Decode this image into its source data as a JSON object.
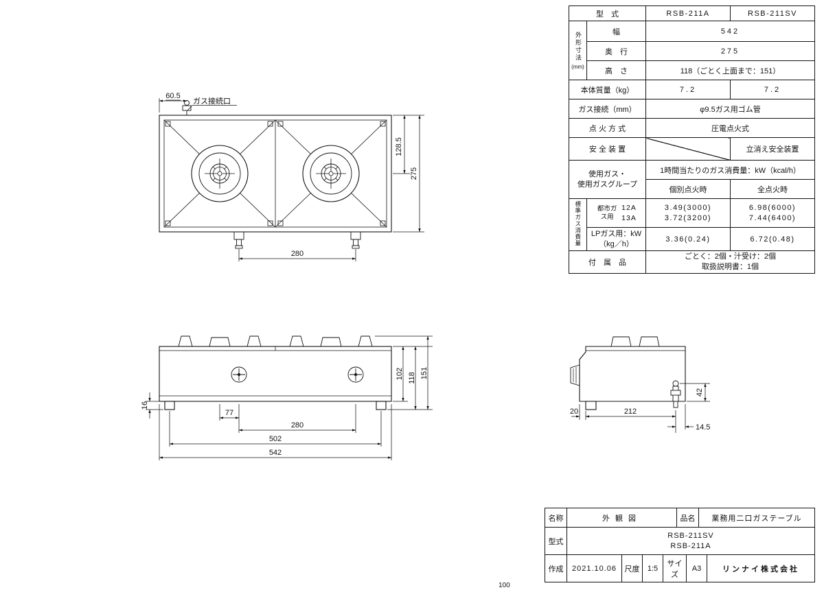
{
  "spec": {
    "model_label": "型　式",
    "model_a": "RSB-211A",
    "model_sv": "RSB-211SV",
    "dims_group": "外形寸法",
    "dims_unit": "(mm)",
    "width_label": "幅",
    "width_value": "542",
    "depth_label": "奥　行",
    "depth_value": "275",
    "height_label": "高　さ",
    "height_value": "118（ごとく上面まで：151）",
    "weight_label": "本体質量（kg）",
    "weight_a": "7.2",
    "weight_sv": "7.2",
    "gascon_label": "ガス接続（mm）",
    "gascon_value": "φ9.5ガス用ゴム管",
    "ignition_label": "点 火 方 式",
    "ignition_value": "圧電点火式",
    "safety_label": "安 全 装 置",
    "safety_sv": "立消え安全装置",
    "gasgroup_label": "使用ガス・\n使用ガスグループ",
    "hourly_header": "1時間当たりのガス消費量：kW（kcal/h）",
    "col_individual": "個別点火時",
    "col_all": "全点火時",
    "std_group": "標準ガス消費量",
    "city_label": "都市ガス用",
    "city_types": "12A\n13A",
    "city_individual": "3.49(3000)\n3.72(3200)",
    "city_all": "6.98(6000)\n7.44(6400)",
    "lp_label": "LPガス用：kW\n（kg／h）",
    "lp_individual": "3.36(0.24)",
    "lp_all": "6.72(0.48)",
    "acc_label": "付　属　品",
    "acc_value": "ごとく：2個・汁受け：2個\n取扱説明書：1個"
  },
  "title_block": {
    "name_label": "名称",
    "name_value": "外観図",
    "item_label": "品名",
    "item_value": "業務用二口ガステーブル",
    "model_label": "型式",
    "model_value": "RSB-211SV\nRSB-211A",
    "date_label": "作成",
    "date_value": "2021.10.06",
    "scale_label": "尺度",
    "scale_value": "1:5",
    "size_label": "サイズ",
    "size_value": "A3",
    "company": "リンナイ株式会社"
  },
  "drawings": {
    "top": {
      "gas_port": "ガス接続口",
      "d60_5": "60.5",
      "d128_5": "128.5",
      "d275": "275",
      "d280": "280"
    },
    "front": {
      "d102": "102",
      "d118": "118",
      "d151": "151",
      "d16": "16",
      "d77": "77",
      "d280": "280",
      "d502": "502",
      "d542": "542"
    },
    "side": {
      "d20": "20",
      "d212": "212",
      "d42": "42",
      "d14_5": "14.5"
    }
  },
  "footer": {
    "page": "100"
  }
}
